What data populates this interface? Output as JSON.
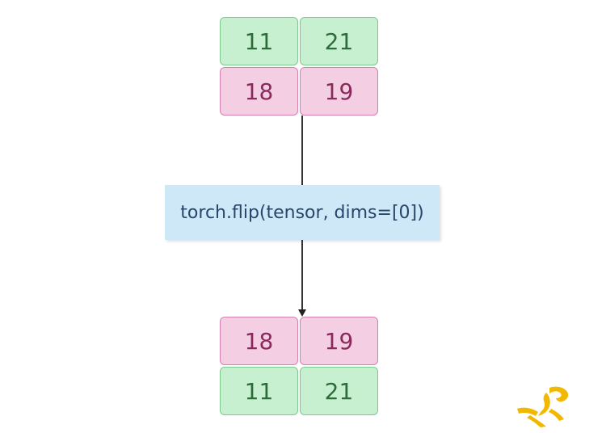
{
  "input_tensor": {
    "rows": [
      {
        "color": "#c7f0d0",
        "cells": [
          "11",
          "21"
        ]
      },
      {
        "color": "#f4cfe3",
        "cells": [
          "18",
          "19"
        ]
      }
    ]
  },
  "operation": {
    "label": "torch.flip(tensor, dims=[0])"
  },
  "output_tensor": {
    "rows": [
      {
        "color": "#f4cfe3",
        "cells": [
          "18",
          "19"
        ]
      },
      {
        "color": "#c7f0d0",
        "cells": [
          "11",
          "21"
        ]
      }
    ]
  },
  "colors": {
    "green_fill": "#c7f0d0",
    "pink_fill": "#f4cfe3",
    "operation_fill": "#cfe8f8",
    "logo": "#f2b800"
  },
  "icons": {
    "logo": "yellow-brand-logo-icon"
  }
}
